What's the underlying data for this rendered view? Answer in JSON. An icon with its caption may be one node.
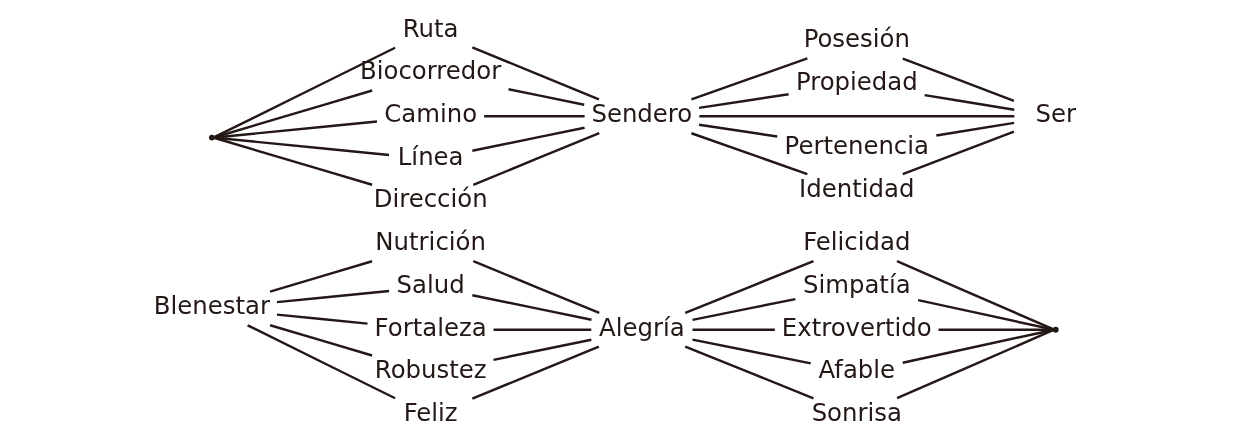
{
  "diagram": {
    "nodes": [
      {
        "text": [],
        "shape": "point"
      },
      {
        "text": [
          "Ruta"
        ]
      },
      {
        "text": [
          "Biocorredor"
        ]
      },
      {
        "text": [
          "Camino"
        ]
      },
      {
        "text": [
          "Línea"
        ]
      },
      {
        "text": [
          "Dirección"
        ]
      },
      {
        "text": [
          "Sendero"
        ]
      },
      {
        "text": [
          "Posesión"
        ]
      },
      {
        "text": [
          "Propiedad"
        ]
      },
      {
        "text": [
          "Pertenencia"
        ]
      },
      {
        "text": [
          "Identidad"
        ]
      },
      {
        "text": [
          "Ser"
        ]
      },
      {
        "text": [
          "Blenestar"
        ]
      },
      {
        "text": [
          "Nutrición"
        ]
      },
      {
        "text": [
          "Salud"
        ]
      },
      {
        "text": [
          "Fortaleza"
        ]
      },
      {
        "text": [
          "Robustez"
        ]
      },
      {
        "text": [
          "Feliz"
        ]
      },
      {
        "text": [
          "Alegría"
        ]
      },
      {
        "text": [
          "Felicidad"
        ]
      },
      {
        "text": [
          "Simpatía"
        ]
      },
      {
        "text": [
          "Extrovertido"
        ]
      },
      {
        "text": [
          "Afable"
        ]
      },
      {
        "text": [
          "Sonrisa"
        ]
      },
      {
        "text": [],
        "shape": "point"
      }
    ],
    "edges": [
      {
        "from": 0,
        "to": 1,
        "arrow": "none"
      },
      {
        "from": 0,
        "to": 2,
        "arrow": "none"
      },
      {
        "from": 0,
        "to": 3,
        "arrow": "none"
      },
      {
        "from": 0,
        "to": 4,
        "arrow": "none"
      },
      {
        "from": 0,
        "to": 5,
        "arrow": "none"
      },
      {
        "from": 1,
        "to": 6,
        "arrow": "none"
      },
      {
        "from": 2,
        "to": 6,
        "arrow": "none"
      },
      {
        "from": 3,
        "to": 6,
        "arrow": "none"
      },
      {
        "from": 4,
        "to": 6,
        "arrow": "none"
      },
      {
        "from": 5,
        "to": 6,
        "arrow": "none"
      },
      {
        "from": 6,
        "to": 7,
        "arrow": "none"
      },
      {
        "from": 6,
        "to": 8,
        "arrow": "none"
      },
      {
        "from": 6,
        "to": 11,
        "arrow": "none"
      },
      {
        "from": 6,
        "to": 9,
        "arrow": "none"
      },
      {
        "from": 6,
        "to": 10,
        "arrow": "none"
      },
      {
        "from": 7,
        "to": 11,
        "arrow": "none"
      },
      {
        "from": 8,
        "to": 11,
        "arrow": "none"
      },
      {
        "from": 9,
        "to": 11,
        "arrow": "none"
      },
      {
        "from": 10,
        "to": 11,
        "arrow": "none"
      },
      {
        "from": 12,
        "to": 13,
        "arrow": "none"
      },
      {
        "from": 12,
        "to": 14,
        "arrow": "none"
      },
      {
        "from": 12,
        "to": 15,
        "arrow": "none"
      },
      {
        "from": 12,
        "to": 16,
        "arrow": "none"
      },
      {
        "from": 12,
        "to": 17,
        "arrow": "none"
      },
      {
        "from": 13,
        "to": 18,
        "arrow": "none"
      },
      {
        "from": 14,
        "to": 18,
        "arrow": "none"
      },
      {
        "from": 15,
        "to": 18,
        "arrow": "none"
      },
      {
        "from": 16,
        "to": 18,
        "arrow": "none"
      },
      {
        "from": 17,
        "to": 18,
        "arrow": "none"
      },
      {
        "from": 18,
        "to": 19,
        "arrow": "none"
      },
      {
        "from": 18,
        "to": 20,
        "arrow": "none"
      },
      {
        "from": 18,
        "to": 21,
        "arrow": "none"
      },
      {
        "from": 18,
        "to": 22,
        "arrow": "none"
      },
      {
        "from": 18,
        "to": 23,
        "arrow": "none"
      },
      {
        "from": 19,
        "to": 24,
        "arrow": "none"
      },
      {
        "from": 20,
        "to": 24,
        "arrow": "none"
      },
      {
        "from": 21,
        "to": 24,
        "arrow": "none"
      },
      {
        "from": 22,
        "to": 24,
        "arrow": "none"
      },
      {
        "from": 23,
        "to": 24,
        "arrow": "none"
      }
    ]
  }
}
